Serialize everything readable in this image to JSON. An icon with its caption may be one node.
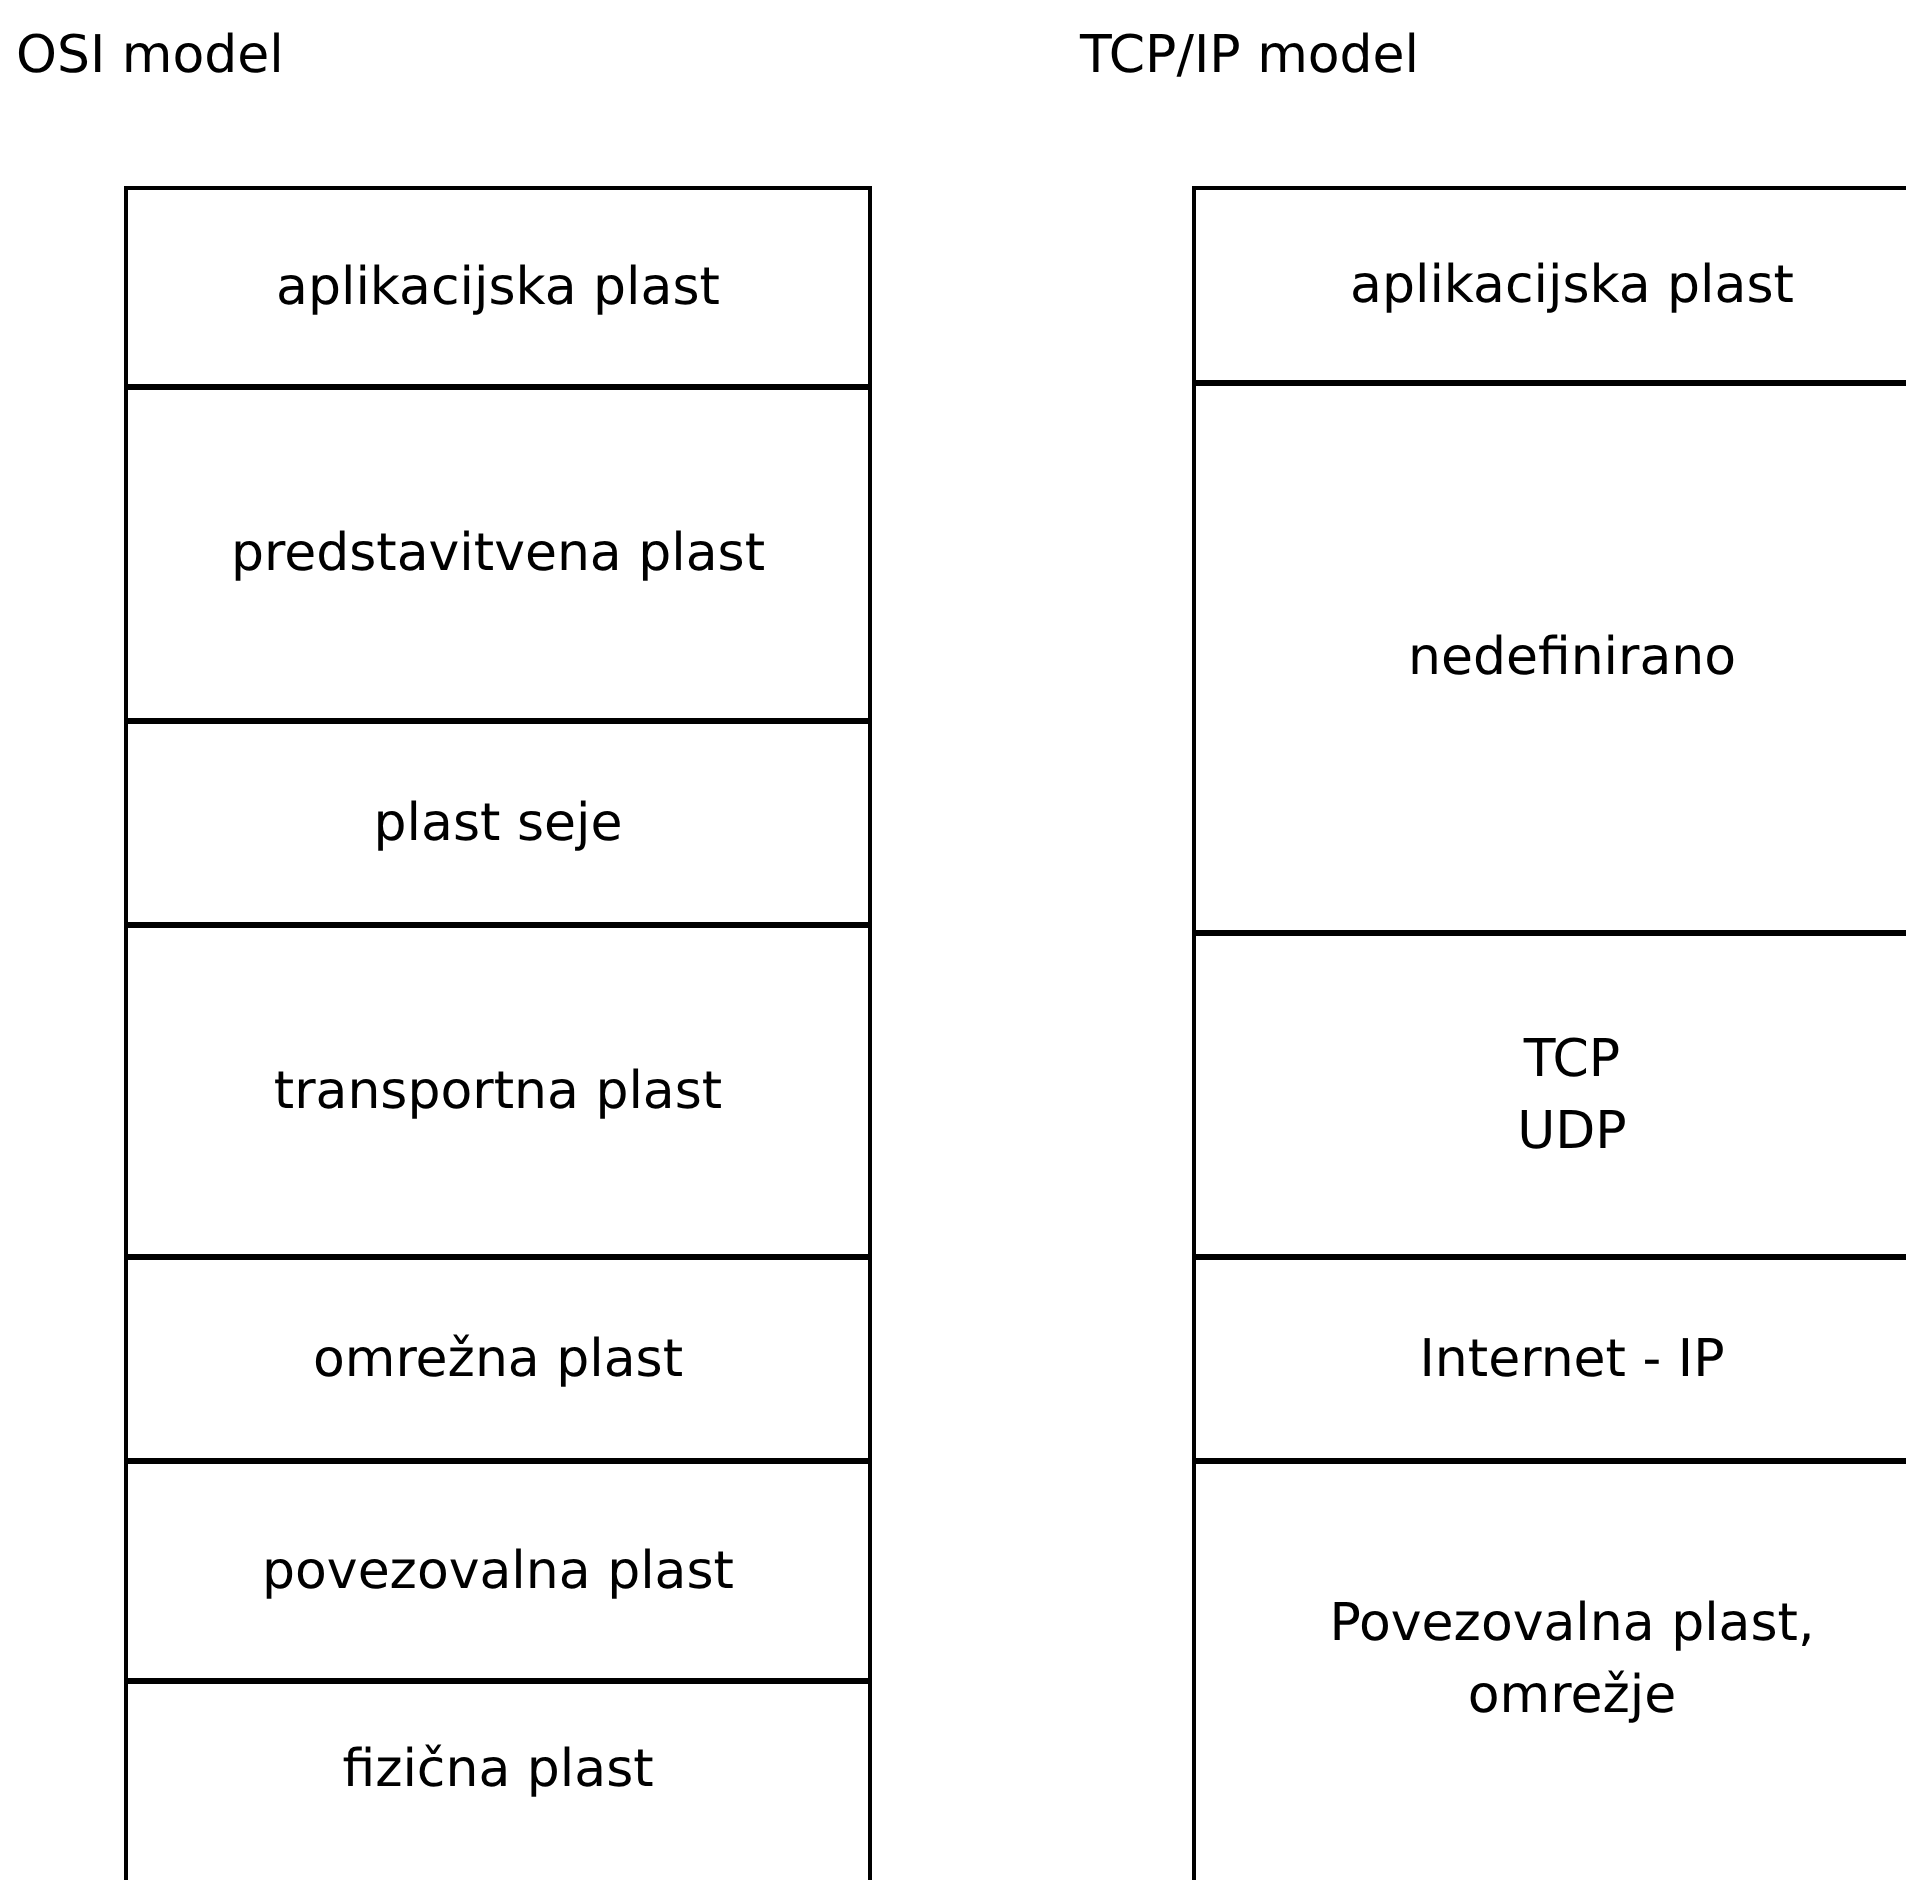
{
  "diagram": {
    "nodes": [
      {
        "text": [
          "aplikacijska plast"
        ]
      },
      {
        "text": [
          "predstavitvena plast"
        ]
      },
      {
        "text": [
          "plast seje"
        ]
      },
      {
        "text": [
          "transportna plast"
        ]
      },
      {
        "text": [
          "omrežna plast"
        ]
      },
      {
        "text": [
          "povezovalna plast"
        ]
      },
      {
        "text": [
          "fizična plast"
        ]
      },
      {
        "text": [
          "aplikacijska plast"
        ]
      },
      {
        "text": [
          "nedefinirano"
        ]
      },
      {
        "text": [
          "TCP",
          "UDP"
        ]
      },
      {
        "text": [
          "Internet - IP"
        ]
      },
      {
        "text": [
          "Povezovalna plast, omrežje"
        ]
      }
    ],
    "labels": [
      "OSI model",
      "TCP/IP model"
    ]
  }
}
